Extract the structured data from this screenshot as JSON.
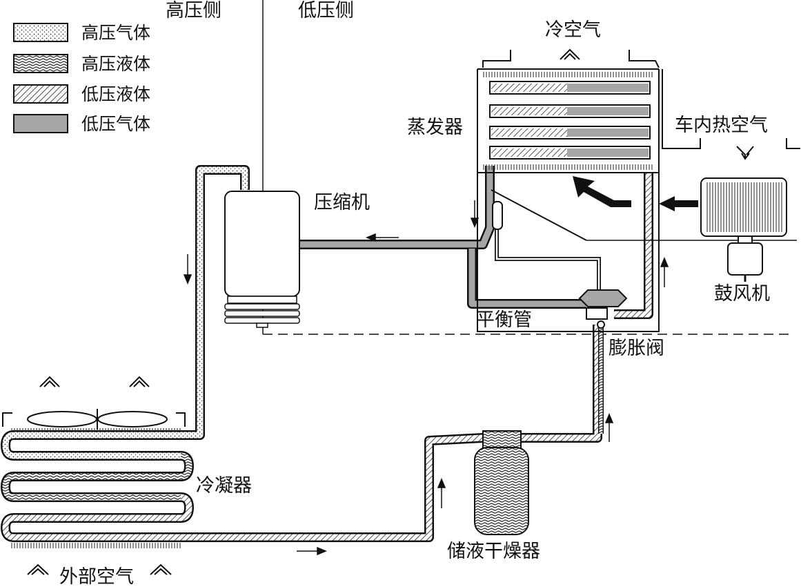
{
  "header": {
    "high_side": "高压侧",
    "low_side": "低压侧"
  },
  "legend": {
    "items": [
      {
        "label": "高压气体",
        "pattern": "dots"
      },
      {
        "label": "高压液体",
        "pattern": "waves"
      },
      {
        "label": "低压液体",
        "pattern": "hatch"
      },
      {
        "label": "低压气体",
        "pattern": "gray"
      }
    ]
  },
  "labels": {
    "compressor": "压缩机",
    "evaporator": "蒸发器",
    "cold_air": "冷空气",
    "cabin_hot_air": "车内热空气",
    "blower": "鼓风机",
    "balance_tube": "平衡管",
    "expansion_valve": "膨胀阀",
    "condenser": "冷凝器",
    "receiver_drier": "储液干燥器",
    "outside_air": "外部空气"
  },
  "colors": {
    "low_gas": "#a6a6a6",
    "line": "#111111",
    "background": "#ffffff"
  }
}
